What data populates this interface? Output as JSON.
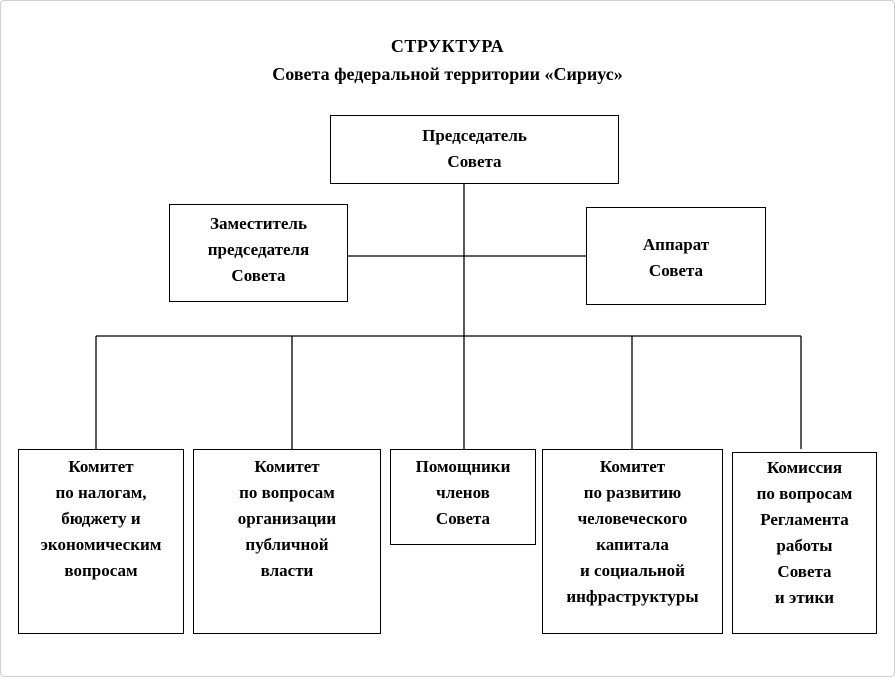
{
  "title": {
    "line1": "СТРУКТУРА",
    "line2": "Совета федеральной территории «Сириус»"
  },
  "chairman": [
    "Председатель",
    "Совета"
  ],
  "deputy": [
    "Заместитель",
    "председателя",
    "Совета"
  ],
  "apparatus": [
    "Аппарат",
    "Совета"
  ],
  "units": [
    [
      "Комитет",
      "по налогам,",
      "бюджету и",
      "экономическим",
      "вопросам"
    ],
    [
      "Комитет",
      "по вопросам",
      "организации",
      "публичной",
      "власти"
    ],
    [
      "Помощники",
      "членов",
      "Совета"
    ],
    [
      "Комитет",
      "по развитию",
      "человеческого",
      "капитала",
      "и социальной",
      "инфраструктуры"
    ],
    [
      "Комиссия",
      "по вопросам",
      "Регламента",
      "работы",
      "Совета",
      "и этики"
    ]
  ]
}
